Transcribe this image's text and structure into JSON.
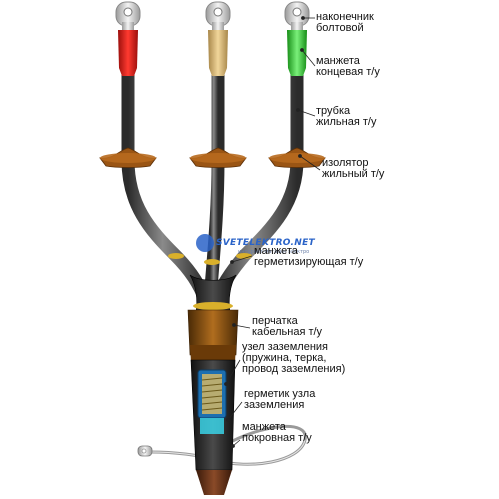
{
  "labels": {
    "lug": [
      "наконечник",
      "болтовой"
    ],
    "end_sleeve": [
      "манжета",
      "концевая т/у"
    ],
    "core_tube": [
      "трубка",
      "жильная т/у"
    ],
    "insulator": [
      "изолятор",
      "жильный т/у"
    ],
    "sealing_sleeve": [
      "манжета",
      "герметизирующая т/у"
    ],
    "glove": [
      "перчатка",
      "кабельная т/у"
    ],
    "grounding_unit": [
      "узел заземления",
      "(пружина,  терка,",
      "провод заземления)"
    ],
    "grounding_sealant": [
      "герметик узла",
      "заземления"
    ],
    "cover_sleeve": [
      "манжета",
      "покровная т/у"
    ]
  },
  "watermark": {
    "brand": "SVETELEKTRO.NET",
    "tagline": "интернет-магазин электро"
  },
  "colors": {
    "lug_metal": "#d9d9d9",
    "sleeve_red": "#d8201c",
    "sleeve_beige": "#d8b26a",
    "sleeve_green": "#2fbf2f",
    "cable": "#555555",
    "insulator": "#8a4a12",
    "glove": "#7a4a10",
    "leader": "#222222"
  }
}
